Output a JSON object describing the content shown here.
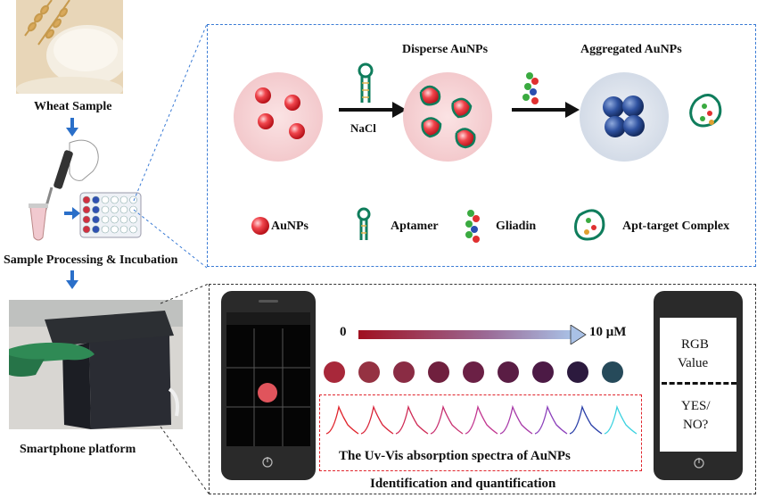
{
  "left_column": {
    "wheat_label": "Wheat Sample",
    "processing_label": "Sample Processing & Incubation",
    "smartphone_label": "Smartphone platform"
  },
  "top_panel": {
    "disperse_label": "Disperse AuNPs",
    "aggregated_label": "Aggregated AuNPs",
    "nacl_label": "NaCl",
    "legend": {
      "aunps": "AuNPs",
      "aptamer": "Aptamer",
      "gliadin": "Gliadin",
      "complex": "Apt-target Complex"
    }
  },
  "bottom_panel": {
    "gradient_start": "0",
    "gradient_end": "10 μM",
    "rgb_label": "RGB",
    "value_label": "Value",
    "yes_label": "YES/",
    "no_label": "NO?",
    "spectra_label": "The Uv-Vis absorption spectra of AuNPs",
    "footer_label": "Identification and quantification"
  },
  "colors": {
    "gold_red": "#e0242c",
    "dispersed_bg": "#f8d7d9",
    "aggregated_bg": "#dde3ec",
    "aggregate_blue": "#1f3f80",
    "aptamer_green": "#0f7d5c",
    "dashed_blue": "#3a7bd5",
    "dashed_red": "#e0242c",
    "swatches": [
      "#a8283a",
      "#953242",
      "#8a2c44",
      "#70203e",
      "#6b2045",
      "#5a1d44",
      "#4c1a45",
      "#2c1a3e",
      "#264a5a"
    ],
    "spectra": [
      "#e0242c",
      "#d9253a",
      "#cf2a55",
      "#c83070",
      "#c23690",
      "#a83aa8",
      "#8c40bb",
      "#2a3fa8",
      "#3cd2e0"
    ]
  }
}
